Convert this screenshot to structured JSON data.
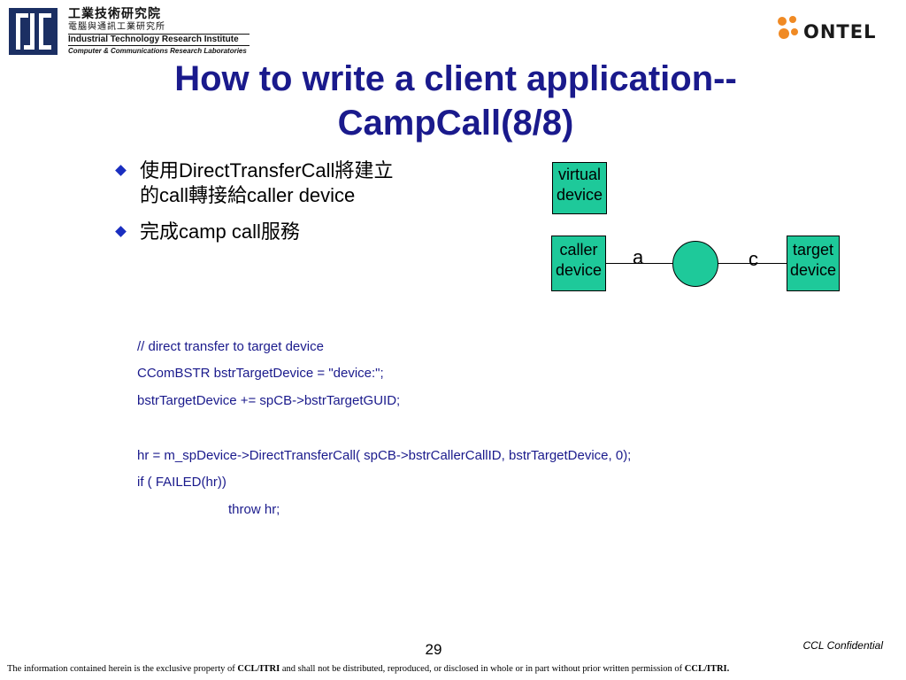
{
  "header": {
    "itri_logo": {
      "zh_name": "工業技術研究院",
      "zh_lab": "電腦與通訊工業研究所",
      "en_name": "Industrial Technology Research Institute",
      "en_lab": "Computer & Communications Research Laboratories"
    },
    "ontel_logo": {
      "text": "ONTEL",
      "accent": "#f08a24"
    }
  },
  "slide": {
    "title_line1": "How to write a client application--",
    "title_line2": "CampCall(8/8)",
    "bullets": [
      {
        "line1": "使用DirectTransferCall將建立",
        "line2": "的call轉接給caller device"
      },
      {
        "line1": "完成camp call服務"
      }
    ]
  },
  "diagram": {
    "virtual_box": [
      "virtual",
      "device"
    ],
    "caller_box": [
      "caller",
      "device"
    ],
    "target_box": [
      "target",
      "device"
    ],
    "label_a": "a",
    "label_c": "c",
    "box_color": "#1ec99a"
  },
  "code": [
    "// direct transfer to target device",
    "CComBSTR bstrTargetDevice = \"device:\";",
    "bstrTargetDevice += spCB->bstrTargetGUID;",
    "hr = m_spDevice->DirectTransferCall( spCB->bstrCallerCallID, bstrTargetDevice, 0);",
    "if ( FAILED(hr))",
    "throw hr;"
  ],
  "footer": {
    "page_number": "29",
    "confidential": "CCL Confidential",
    "note_prefix": "The information contained herein is the exclusive property of ",
    "note_bold1": "CCL/ITRI",
    "note_middle": " and shall not be distributed, reproduced, or disclosed in whole or in part without prior written permission of ",
    "note_bold2": "CCL/ITRI."
  },
  "colors": {
    "title": "#1a1a8c",
    "bullet": "#1a2ec0",
    "itri_navy": "#1b2f63"
  }
}
